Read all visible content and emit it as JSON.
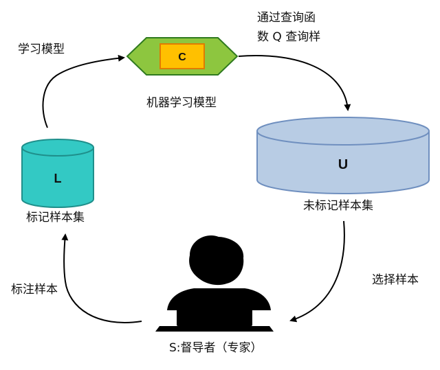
{
  "nodes": {
    "model_c": {
      "letter": "C",
      "caption": "机器学习模型"
    },
    "set_u": {
      "letter": "U",
      "caption": "未标记样本集"
    },
    "set_l": {
      "letter": "L",
      "caption": "标记样本集"
    },
    "expert": {
      "caption": "S:督导者（专家）"
    }
  },
  "edges": {
    "learn": "学习模型",
    "query_line1": "通过查询函",
    "query_line2": "数 Q 查询样",
    "select": "选择样本",
    "annotate": "标注样本"
  },
  "colors": {
    "hexagon_fill": "#8dc63f",
    "hexagon_stroke": "#2f7a1f",
    "inner_box_fill": "#ffc000",
    "inner_box_stroke": "#e07b00",
    "cylinder_u_fill": "#b8cce4",
    "cylinder_u_stroke": "#6f8fbf",
    "cylinder_l_fill": "#33c9c4",
    "cylinder_l_stroke": "#1f8f8b",
    "arrow": "#000000",
    "figure": "#000000"
  },
  "icons": {
    "expert": "person-at-laptop-icon"
  }
}
